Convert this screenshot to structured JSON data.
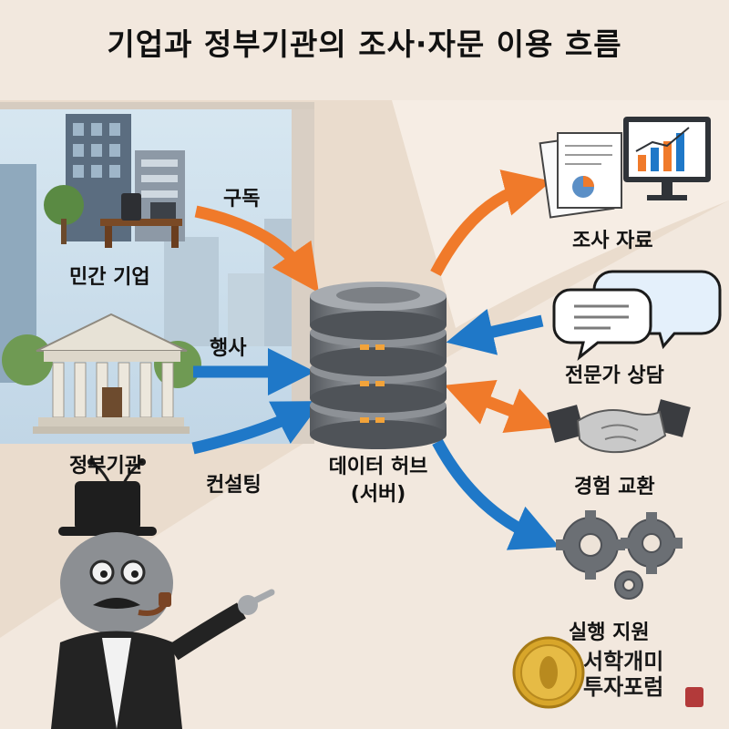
{
  "title": "기업과 정부기관의 조사·자문 이용 흐름",
  "sources": {
    "private": "민간 기업",
    "government": "정부기관"
  },
  "flows": {
    "subscription": "구독",
    "event": "행사",
    "consulting": "컨설팅"
  },
  "hub": {
    "line1": "데이터 허브",
    "line2": "(서버)"
  },
  "outputs": {
    "research": "조사 자료",
    "expert": "전문가 상담",
    "experience": "경험 교환",
    "execution": "실행 지원"
  },
  "brand": {
    "line1": "서학개미",
    "line2": "투자포럼"
  },
  "colors": {
    "orange_arrow": "#f07a2a",
    "blue_arrow": "#1f78c8",
    "server": "#6f7378",
    "gear": "#6b6f74"
  }
}
